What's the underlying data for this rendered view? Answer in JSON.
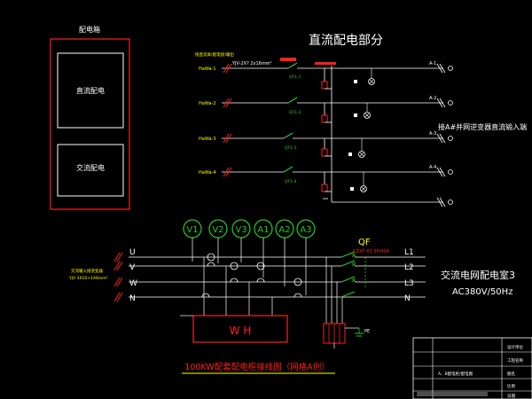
{
  "cabinet": {
    "title": "配电箱",
    "dc_label": "直流配电",
    "ac_label": "交流配电"
  },
  "dc_section": {
    "title": "直流配电部分",
    "top_note": "接直流屏(配电盘)输出",
    "cable_label": "YJV-2X? 2x16mm²",
    "feeders": [
      "HaWa-1",
      "HaWa-2",
      "HaWa-3",
      "HaWa-4"
    ],
    "breakers": [
      "QF1-1",
      "QF1-2",
      "QF1-3",
      "QF1-4"
    ],
    "outputs": [
      "A-1",
      "A-2",
      "A-3",
      "A-4"
    ],
    "right_note": "接A#并网逆变器直流输入端"
  },
  "ac_section": {
    "meters": [
      "V1",
      "V2",
      "V3",
      "A1",
      "A2",
      "A3"
    ],
    "phases": [
      "U",
      "V",
      "W",
      "N"
    ],
    "breaker": "QF",
    "breaker_rating": "DZ47-63 3P/40A",
    "outputs": [
      "L1",
      "L2",
      "L3",
      "N"
    ],
    "destination": "交流电网配电室3",
    "voltage": "AC380V/50Hz",
    "left_note_1": "交流输入接逆变器",
    "left_note_2": "YJV 3X10+1X6mm²",
    "energy_meter": "W H",
    "pe_label": "PE",
    "caption": "100KW配套配电柜接线图（网格A例）"
  },
  "title_block": {
    "labels": [
      "设计单位",
      "工程名称",
      "图名",
      "比例",
      "日期"
    ],
    "name": "A、B配电柜/配电图"
  },
  "colors": {
    "line": "#ffffff",
    "red": "#ff2020",
    "green": "#22cc22",
    "yellow": "#ffff00",
    "gray": "#9a9a9a"
  }
}
